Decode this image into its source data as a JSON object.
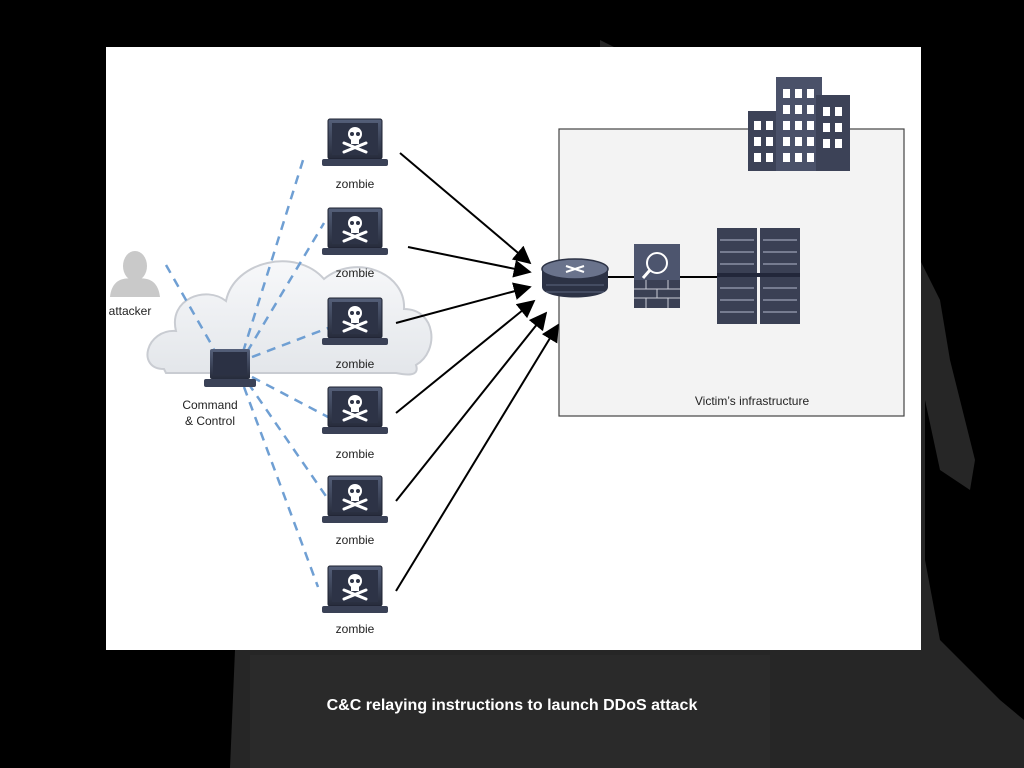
{
  "diagram": {
    "attacker_label": "attacker",
    "cnc_label_line1": "Command",
    "cnc_label_line2": "& Control",
    "zombies": [
      {
        "label": "zombie"
      },
      {
        "label": "zombie"
      },
      {
        "label": "zombie"
      },
      {
        "label": "zombie"
      },
      {
        "label": "zombie"
      },
      {
        "label": "zombie"
      }
    ],
    "victim_label": "Victim’s infrastructure",
    "icons": [
      "person-icon",
      "cloud-icon",
      "laptop-icon",
      "skull-crossbones-icon",
      "router-icon",
      "firewall-icon",
      "server-rack-icon",
      "office-building-icon"
    ]
  },
  "caption": "C&C relaying instructions to launch DDoS attack",
  "colors": {
    "background": "#000000",
    "panel": "#ffffff",
    "dashed_link": "#6f9fd3",
    "arrow": "#000000",
    "device_dark": "#2f3447"
  }
}
